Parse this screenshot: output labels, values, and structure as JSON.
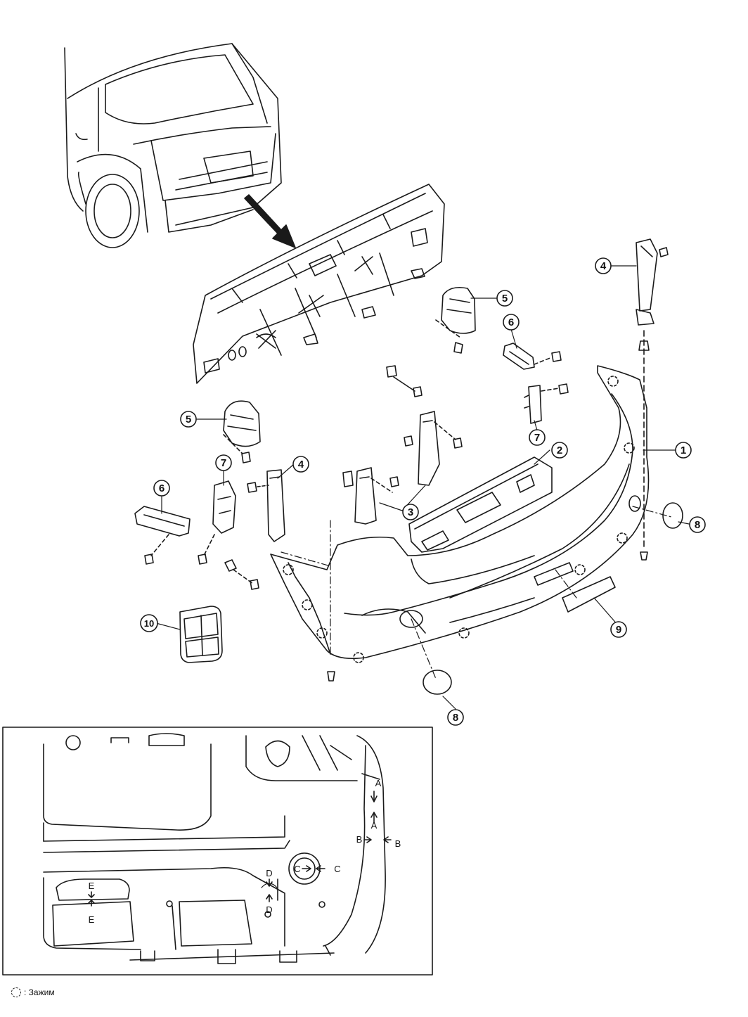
{
  "callouts": [
    {
      "number": "1",
      "part": "bumper-fascia"
    },
    {
      "number": "2",
      "part": "energy-absorber"
    },
    {
      "number": "3",
      "part": "center-brackets"
    },
    {
      "number": "4",
      "part": "side-stay-right"
    },
    {
      "number": "4",
      "part": "side-stay-left"
    },
    {
      "number": "5",
      "part": "retainer-right"
    },
    {
      "number": "5",
      "part": "retainer-left"
    },
    {
      "number": "6",
      "part": "side-bracket-right"
    },
    {
      "number": "6",
      "part": "side-bracket-left"
    },
    {
      "number": "7",
      "part": "clip-bracket-right"
    },
    {
      "number": "7",
      "part": "clip-bracket-left"
    },
    {
      "number": "8",
      "part": "fog-cover-right"
    },
    {
      "number": "8",
      "part": "fog-cover-left"
    },
    {
      "number": "9",
      "part": "reflector"
    },
    {
      "number": "10",
      "part": "vent-grille"
    }
  ],
  "detail_labels": {
    "a_top": "A",
    "a_bottom": "A",
    "b_left": "B",
    "b_right": "B",
    "c_left": "C",
    "c_right": "C",
    "d_top": "D",
    "d_bottom": "D",
    "e_top": "E",
    "e_bottom": "E"
  },
  "legend": {
    "symbol": "clip-symbol-icon",
    "text": ": Зажим"
  },
  "colors": {
    "line": "#1a1a1a",
    "background": "#ffffff"
  }
}
